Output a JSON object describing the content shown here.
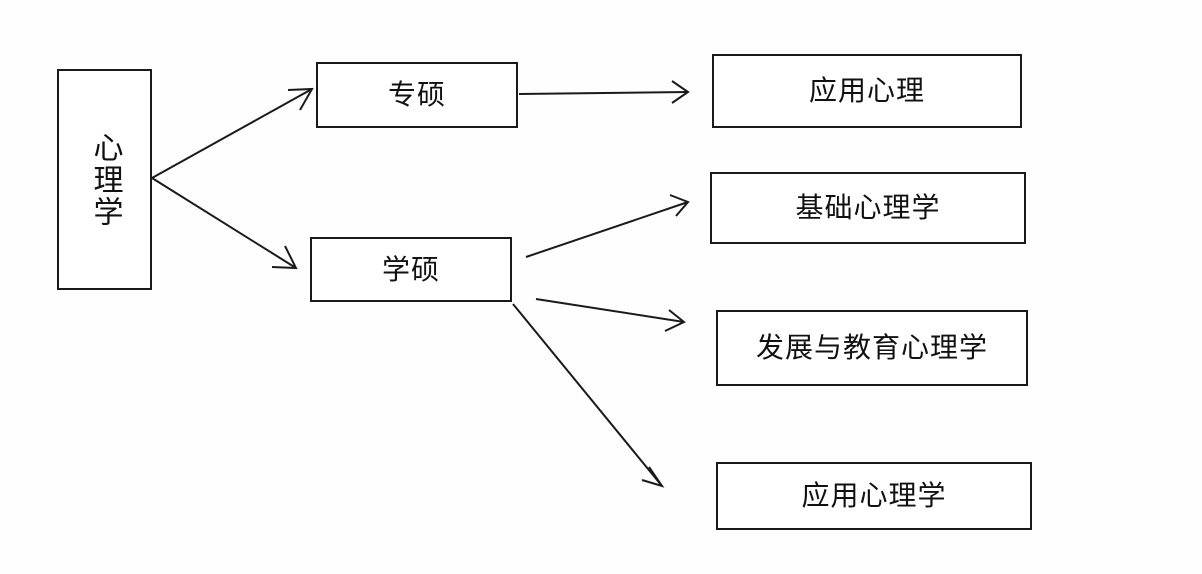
{
  "root": {
    "label": "心理学"
  },
  "branches": [
    {
      "label": "专硕",
      "children": [
        {
          "label": "应用心理"
        }
      ]
    },
    {
      "label": "学硕",
      "children": [
        {
          "label": "基础心理学"
        },
        {
          "label": "发展与教育心理学"
        },
        {
          "label": "应用心理学"
        }
      ]
    }
  ]
}
